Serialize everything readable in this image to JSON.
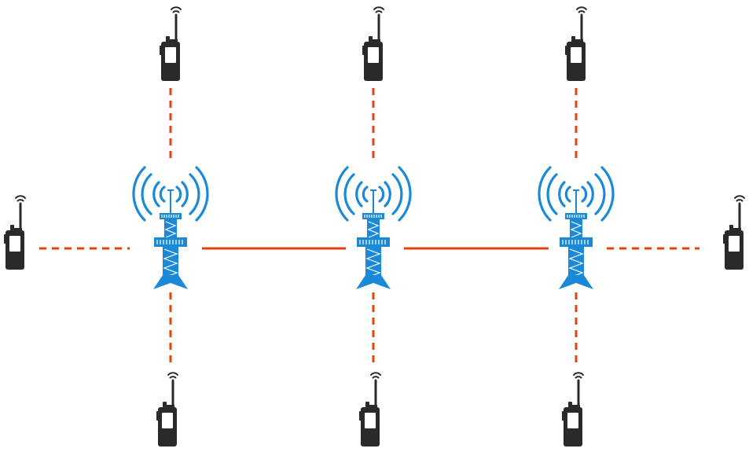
{
  "diagram": {
    "colors": {
      "link": "#e2430f",
      "tower": "#1a8ad8",
      "radio": "#2a2a2a"
    },
    "nodes": {
      "towers": [
        {
          "id": "tower-1",
          "icon": "radio-tower-icon"
        },
        {
          "id": "tower-2",
          "icon": "radio-tower-icon"
        },
        {
          "id": "tower-3",
          "icon": "radio-tower-icon"
        }
      ],
      "radios": [
        {
          "id": "radio-top-1",
          "icon": "walkie-talkie-icon",
          "connected_to": "tower-1"
        },
        {
          "id": "radio-top-2",
          "icon": "walkie-talkie-icon",
          "connected_to": "tower-2"
        },
        {
          "id": "radio-top-3",
          "icon": "walkie-talkie-icon",
          "connected_to": "tower-3"
        },
        {
          "id": "radio-left",
          "icon": "walkie-talkie-icon",
          "connected_to": "tower-1"
        },
        {
          "id": "radio-right",
          "icon": "walkie-talkie-icon",
          "connected_to": "tower-3"
        },
        {
          "id": "radio-bottom-1",
          "icon": "walkie-talkie-icon",
          "connected_to": "tower-1"
        },
        {
          "id": "radio-bottom-2",
          "icon": "walkie-talkie-icon",
          "connected_to": "tower-2"
        },
        {
          "id": "radio-bottom-3",
          "icon": "walkie-talkie-icon",
          "connected_to": "tower-3"
        }
      ]
    },
    "links": [
      {
        "from": "tower-1",
        "to": "tower-2",
        "style": "solid"
      },
      {
        "from": "tower-2",
        "to": "tower-3",
        "style": "solid"
      },
      {
        "from": "tower-1",
        "to": "radio-top-1",
        "style": "dashed"
      },
      {
        "from": "tower-2",
        "to": "radio-top-2",
        "style": "dashed"
      },
      {
        "from": "tower-3",
        "to": "radio-top-3",
        "style": "dashed"
      },
      {
        "from": "tower-1",
        "to": "radio-left",
        "style": "dashed"
      },
      {
        "from": "tower-3",
        "to": "radio-right",
        "style": "dashed"
      },
      {
        "from": "tower-1",
        "to": "radio-bottom-1",
        "style": "dashed"
      },
      {
        "from": "tower-2",
        "to": "radio-bottom-2",
        "style": "dashed"
      },
      {
        "from": "tower-3",
        "to": "radio-bottom-3",
        "style": "dashed"
      }
    ]
  }
}
